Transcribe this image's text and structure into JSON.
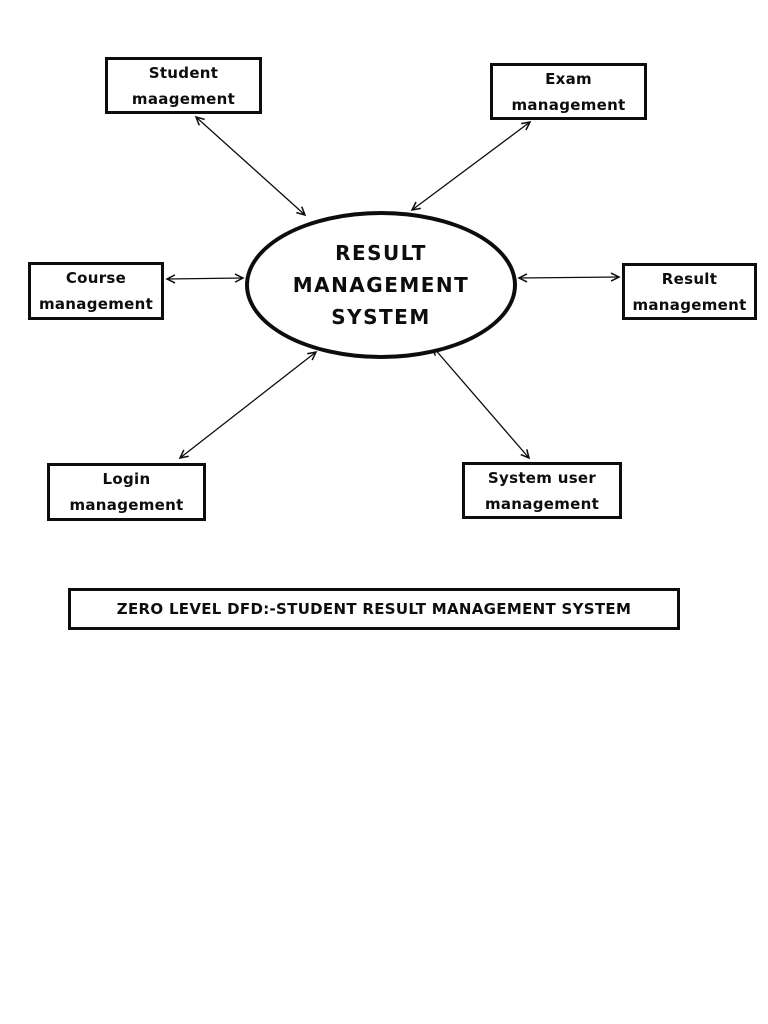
{
  "page": {
    "background": "#ffffff",
    "ink": "#0d0d0d"
  },
  "diagram": {
    "center": {
      "line1": "RESULT",
      "line2": "MANAGEMENT",
      "line3": "SYSTEM"
    },
    "nodes": [
      {
        "id": "student",
        "line1": "Student",
        "line2": "maagement"
      },
      {
        "id": "exam",
        "line1": "Exam",
        "line2": "management"
      },
      {
        "id": "course",
        "line1": "Course",
        "line2": "management"
      },
      {
        "id": "result",
        "line1": "Result",
        "line2": "management"
      },
      {
        "id": "login",
        "line1": "Login",
        "line2": "management"
      },
      {
        "id": "system-user",
        "line1": "System user",
        "line2": "management"
      }
    ],
    "caption": "ZERO LEVEL DFD:-STUDENT RESULT MANAGEMENT SYSTEM"
  }
}
